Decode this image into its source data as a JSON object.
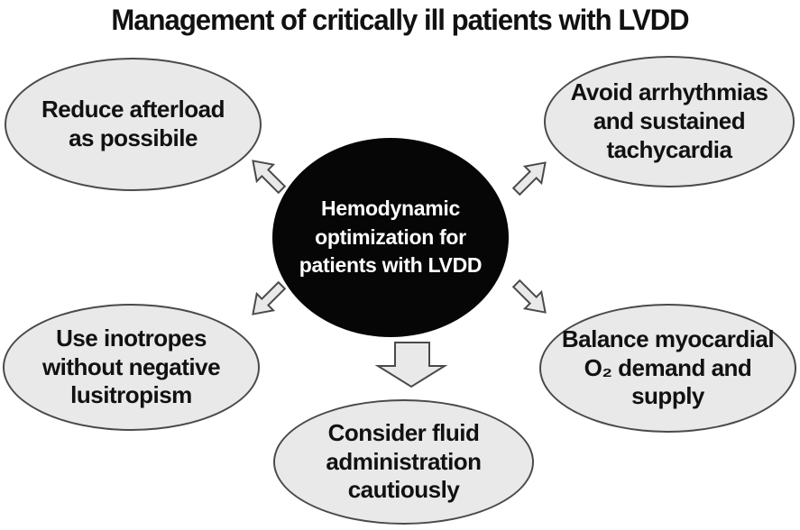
{
  "title": "Management of critically ill patients with LVDD",
  "center_node": {
    "label": "Hemodynamic\noptimization for\npatients with LVDD"
  },
  "nodes": {
    "reduce_afterload": {
      "label": "Reduce afterload\nas possibile"
    },
    "avoid_arrhythmias": {
      "label": "Avoid arrhythmias\nand sustained\ntachycardia"
    },
    "use_inotropes": {
      "label": "Use inotropes\nwithout negative\nlusitropism"
    },
    "balance_myocardial": {
      "label": "Balance myocardial\nO₂ demand and\nsupply"
    },
    "consider_fluid": {
      "label": "Consider fluid\nadministration\ncautiously"
    }
  },
  "arrows": {
    "directions": [
      "up-left",
      "up-right",
      "down-left",
      "down-right",
      "down"
    ]
  },
  "colors": {
    "background": "#ffffff",
    "node_fill": "#e9e9e9",
    "node_border": "#4a4a4a",
    "center_fill": "#060606",
    "center_text": "#ffffff",
    "text": "#111111"
  }
}
